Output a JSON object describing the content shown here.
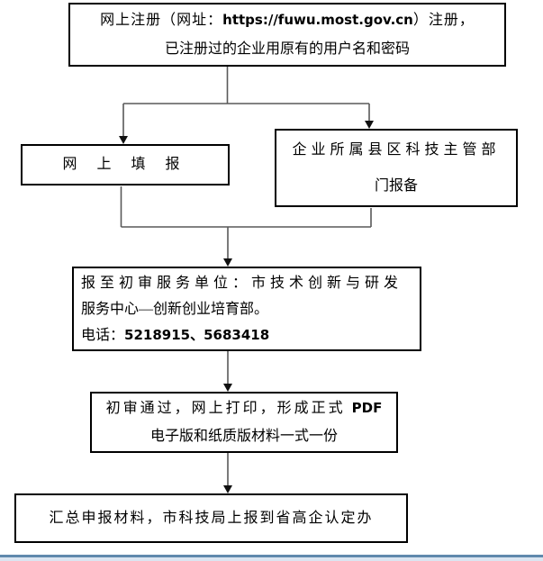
{
  "diagram": {
    "nodes": {
      "register": {
        "line1_prefix": "网上注册（网址：",
        "url": "https://fuwu.most.gov.cn",
        "line1_suffix": "）注册，",
        "line2": "已注册过的企业用原有的用户名和密码"
      },
      "online_filing": {
        "label": "网 上 填 报"
      },
      "county_report": {
        "line1": "企业所属县区科技主管部",
        "line2": "门报备"
      },
      "initial_review": {
        "line1": "报至初审服务单位：市技术创新与研发",
        "line2": "服务中心—创新创业培育部。",
        "phone_label": "电话：",
        "phone_numbers": "5218915、5683418"
      },
      "print_materials": {
        "line1_prefix": "初审通过，网上打印，形成正式 ",
        "line1_latin": "PDF",
        "line2": "电子版和纸质版材料一式一份"
      },
      "final_submission": {
        "label": "汇总申报材料，市科技局上报到省高企认定办"
      }
    },
    "colors": {
      "background": "#ffffff",
      "box_border": "#000000",
      "connector": "#595959",
      "arrowhead": "#111111",
      "bottom_bar_line": "#6089ad",
      "bottom_bar_fill": "#dbe5f1"
    }
  }
}
